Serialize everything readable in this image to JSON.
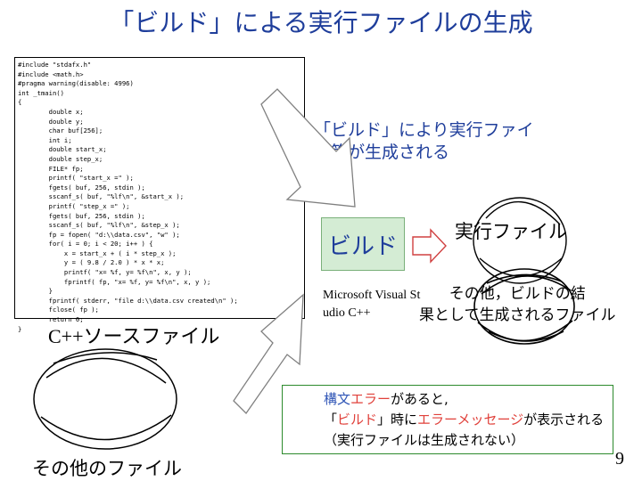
{
  "title": "「ビルド」による実行ファイルの生成",
  "code": {
    "lines": [
      "#include \"stdafx.h\"",
      "#include <math.h>",
      "#pragma warning(disable: 4996)",
      "int _tmain()",
      "{",
      "        double x;",
      "        double y;",
      "        char buf[256];",
      "        int i;",
      "        double start_x;",
      "        double step_x;",
      "        FILE* fp;",
      "        printf( \"start_x =\" );",
      "        fgets( buf, 256, stdin );",
      "        sscanf_s( buf, \"%lf\\n\", &start_x );",
      "        printf( \"step_x =\" );",
      "        fgets( buf, 256, stdin );",
      "        sscanf_s( buf, \"%lf\\n\", &step_x );",
      "        fp = fopen( \"d:\\\\data.csv\", \"w\" );",
      "        for( i = 0; i < 20; i++ ) {",
      "            x = start_x + ( i * step_x );",
      "            y = ( 9.8 / 2.0 ) * x * x;",
      "            printf( \"x= %f, y= %f\\n\", x, y );",
      "            fprintf( fp, \"x= %f, y= %f\\n\", x, y );",
      "        }",
      "        fprintf( stderr, \"file d:\\\\data.csv created\\n\" );",
      "        fclose( fp );",
      "        return 0;",
      "}"
    ]
  },
  "labels": {
    "source_file": "C++ソースファイル",
    "other_file": "その他のファイル",
    "build_note": "「ビルド」により実行ファイル等が生成される",
    "build_box": "ビルド",
    "compiler": "Microsoft Visual Studio C++",
    "executable": "実行ファイル",
    "other_products": "その他，ビルドの結果として生成されるファイル",
    "page_number": "9"
  },
  "error_note": {
    "line1_a": "構文",
    "line1_b": "エラー",
    "line1_c": "があると,",
    "line2_a": "「",
    "line2_b": "ビルド",
    "line2_c": "」時に",
    "line2_d": "エラーメッセージ",
    "line2_e": "が表示される",
    "line3": "（実行ファイルは生成されない）"
  },
  "colors": {
    "title": "#1f3e9b",
    "accent_red": "#e0403a",
    "build_box_fill": "#d4ecd4",
    "error_box_border": "#2c8a2c"
  },
  "icons": [
    "outline-arrow-icon",
    "right-arrow-icon",
    "swirl-circle-icon"
  ]
}
